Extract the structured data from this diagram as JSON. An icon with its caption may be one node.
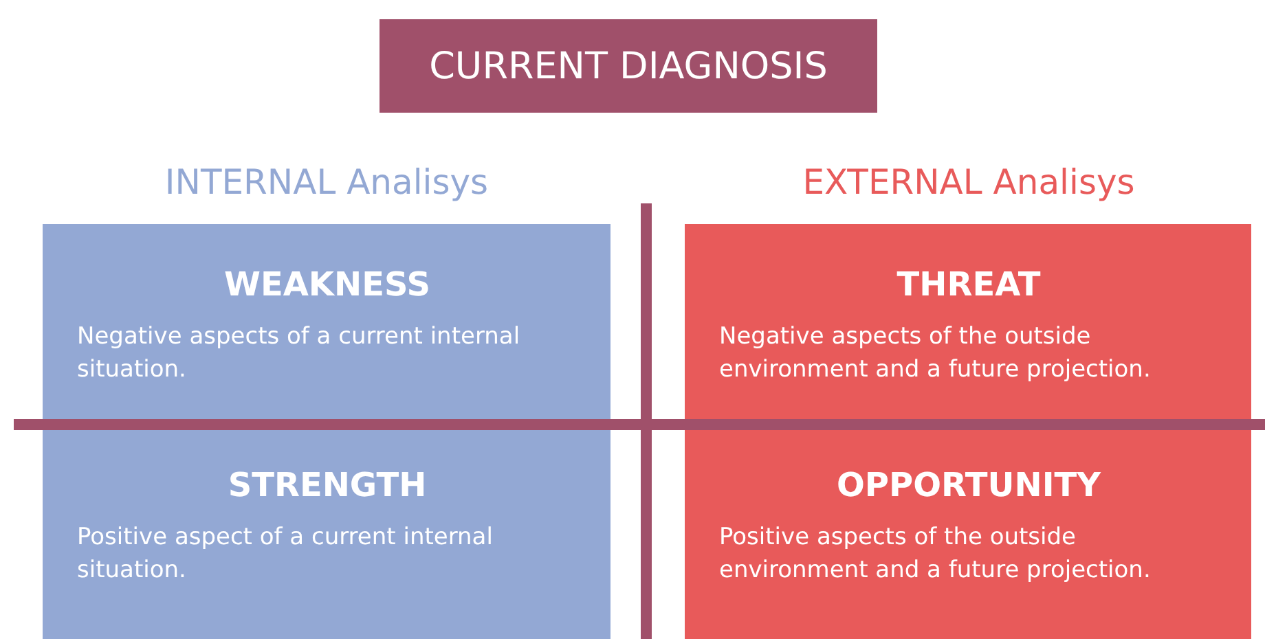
{
  "diagram": {
    "title": "CURRENT DIAGNOSIS",
    "nodes": [
      {
        "text": [
          "WEAKNESS",
          "Negative aspects of a current internal situation."
        ]
      },
      {
        "text": [
          "THREAT",
          "Negative aspects of the outside environment and a future projection."
        ]
      },
      {
        "text": [
          "STRENGTH",
          "Positive aspect of a current internal situation."
        ]
      },
      {
        "text": [
          "OPPORTUNITY",
          "Positive aspects of the outside environment and a future projection."
        ]
      }
    ],
    "labels": [
      "INTERNAL Analisys",
      "EXTERNAL Analisys"
    ]
  }
}
